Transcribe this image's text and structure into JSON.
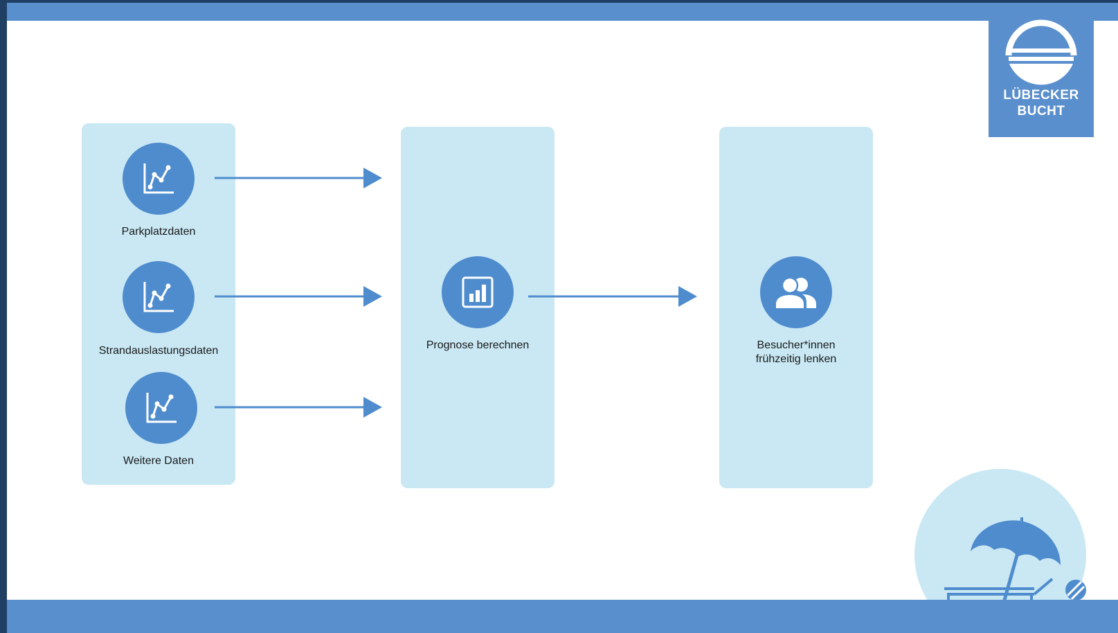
{
  "nodes": {
    "parkplatz": {
      "label": "Parkplatzdaten",
      "icon": "line-chart-icon"
    },
    "strand": {
      "label": "Strandauslastungsdaten",
      "icon": "line-chart-icon"
    },
    "weitere": {
      "label": "Weitere Daten",
      "icon": "line-chart-icon"
    },
    "prognose": {
      "label": "Prognose berechnen",
      "icon": "bar-chart-icon"
    },
    "besucher": {
      "line1": "Besucher*innen",
      "line2": "frühzeitig lenken",
      "icon": "users-icon"
    }
  },
  "logo": {
    "line1": "LÜBECKER",
    "line2": "BUCHT"
  },
  "colors": {
    "accent": "#5a8fcd",
    "node": "#4f8ccd",
    "panel": "#c9e8f4",
    "frame": "#1f3f63"
  }
}
